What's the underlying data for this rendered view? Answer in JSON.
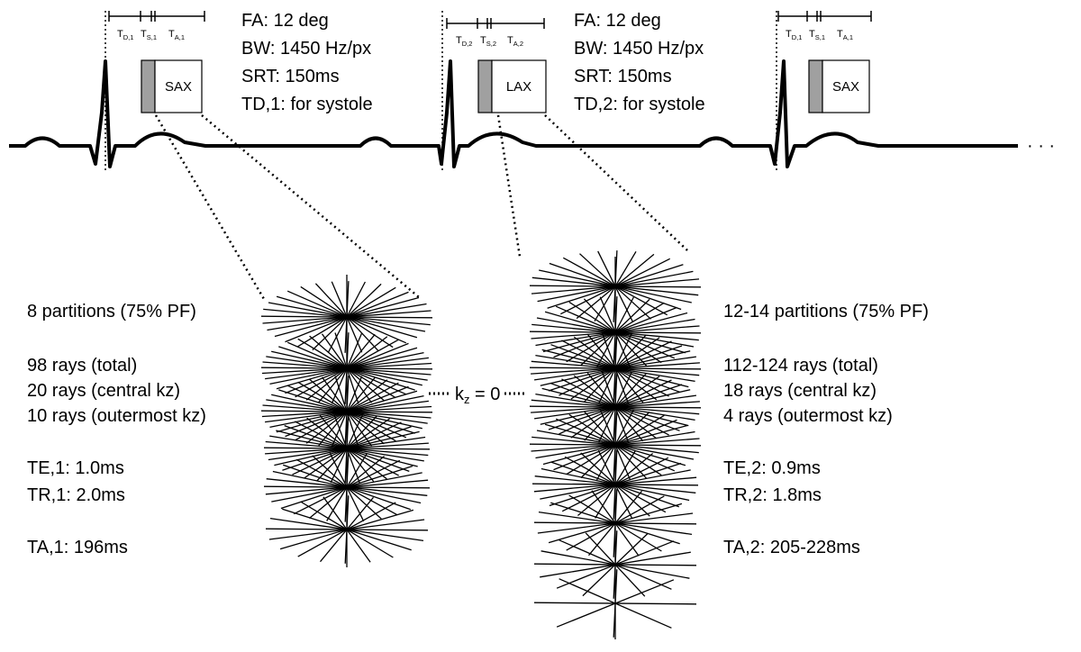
{
  "sequence_params": [
    [
      "FA: 12 deg",
      "BW: 1450 Hz/px",
      "SRT: 150ms",
      "TD,1: for systole"
    ],
    [
      "FA: 12 deg",
      "BW: 1450 Hz/px",
      "SRT: 150ms",
      "TD,2: for systole"
    ]
  ],
  "blocks": [
    {
      "label": "SAX",
      "timing": [
        [
          "T",
          "D,1"
        ],
        [
          "T",
          "S,1"
        ],
        [
          "T",
          "A,1"
        ]
      ]
    },
    {
      "label": "LAX",
      "timing": [
        [
          "T",
          "D,2"
        ],
        [
          "T",
          "S,2"
        ],
        [
          "T",
          "A,2"
        ]
      ]
    },
    {
      "label": "SAX",
      "timing": [
        [
          "T",
          "D,1"
        ],
        [
          "T",
          "S,1"
        ],
        [
          "T",
          "A,1"
        ]
      ]
    }
  ],
  "continuation": "· · ·",
  "left_info": [
    "8 partitions (75% PF)",
    "98 rays (total)",
    "20 rays (central kz)",
    "10 rays (outermost kz)",
    "TE,1: 1.0ms",
    "TR,1: 2.0ms",
    "TA,1: 196ms"
  ],
  "right_info": [
    "12-14 partitions (75% PF)",
    "112-124 rays (total)",
    "18 rays (central kz)",
    "4 rays (outermost kz)",
    "TE,2: 0.9ms",
    "TR,2: 1.8ms",
    "TA,2: 205-228ms"
  ],
  "kz_label": {
    "k": "k",
    "sub": "z",
    "rest": " = 0"
  },
  "colors": {
    "ink": "#000000",
    "gray_fill": "#a0a0a0",
    "background": "#ffffff"
  }
}
